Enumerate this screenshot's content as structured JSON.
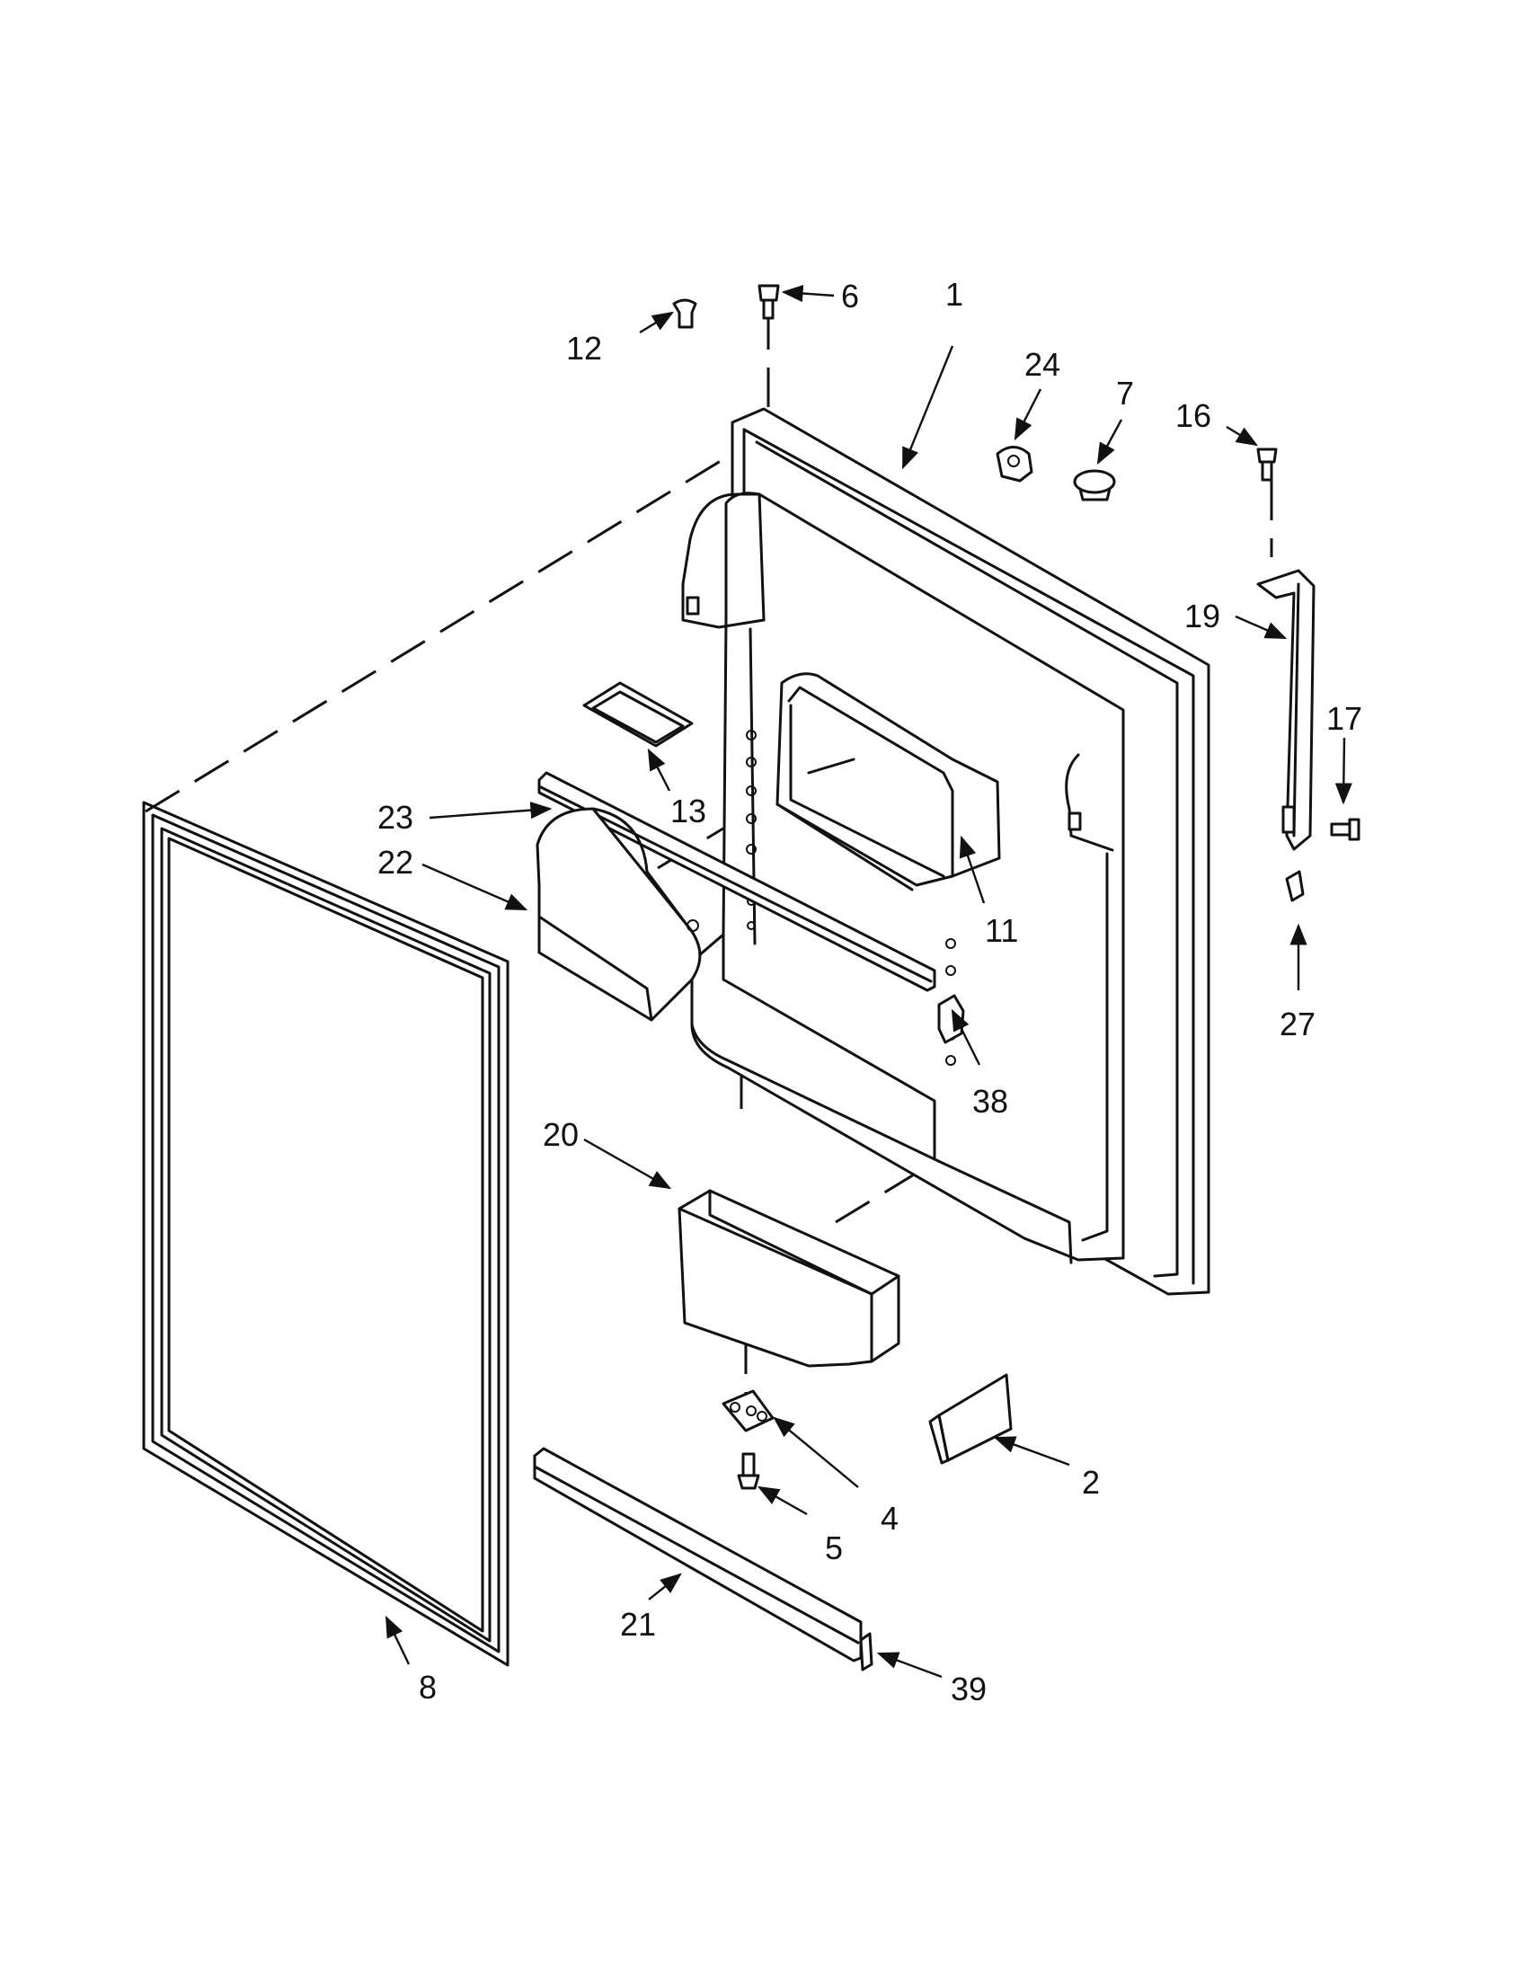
{
  "parts": [
    {
      "id": "p1",
      "label": "1"
    },
    {
      "id": "p2",
      "label": "2"
    },
    {
      "id": "p4",
      "label": "4"
    },
    {
      "id": "p5",
      "label": "5"
    },
    {
      "id": "p6",
      "label": "6"
    },
    {
      "id": "p7",
      "label": "7"
    },
    {
      "id": "p8",
      "label": "8"
    },
    {
      "id": "p11",
      "label": "11"
    },
    {
      "id": "p12",
      "label": "12"
    },
    {
      "id": "p13",
      "label": "13"
    },
    {
      "id": "p16",
      "label": "16"
    },
    {
      "id": "p17",
      "label": "17"
    },
    {
      "id": "p19",
      "label": "19"
    },
    {
      "id": "p20",
      "label": "20"
    },
    {
      "id": "p21",
      "label": "21"
    },
    {
      "id": "p22",
      "label": "22"
    },
    {
      "id": "p23",
      "label": "23"
    },
    {
      "id": "p24",
      "label": "24"
    },
    {
      "id": "p27",
      "label": "27"
    },
    {
      "id": "p38",
      "label": "38"
    },
    {
      "id": "p39",
      "label": "39"
    }
  ]
}
